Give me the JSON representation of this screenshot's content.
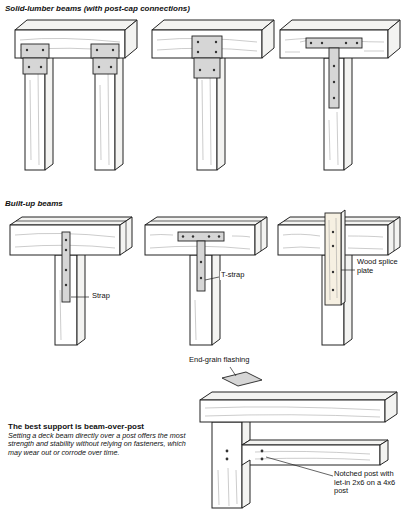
{
  "diagram": {
    "labels": [
      "Solid-lumber beams (with post-cap connections)",
      "Built-up beams",
      "Strap",
      "T-strap",
      "Wood splice plate",
      "End-grain flashing",
      "The best support is beam-over-post",
      "Setting a deck beam directly over a post offers the most strength and stability without relying on fasteners, which may wear out or corrode over time.",
      "Notched post with let-in 2x6 on a 4x6 post"
    ]
  }
}
